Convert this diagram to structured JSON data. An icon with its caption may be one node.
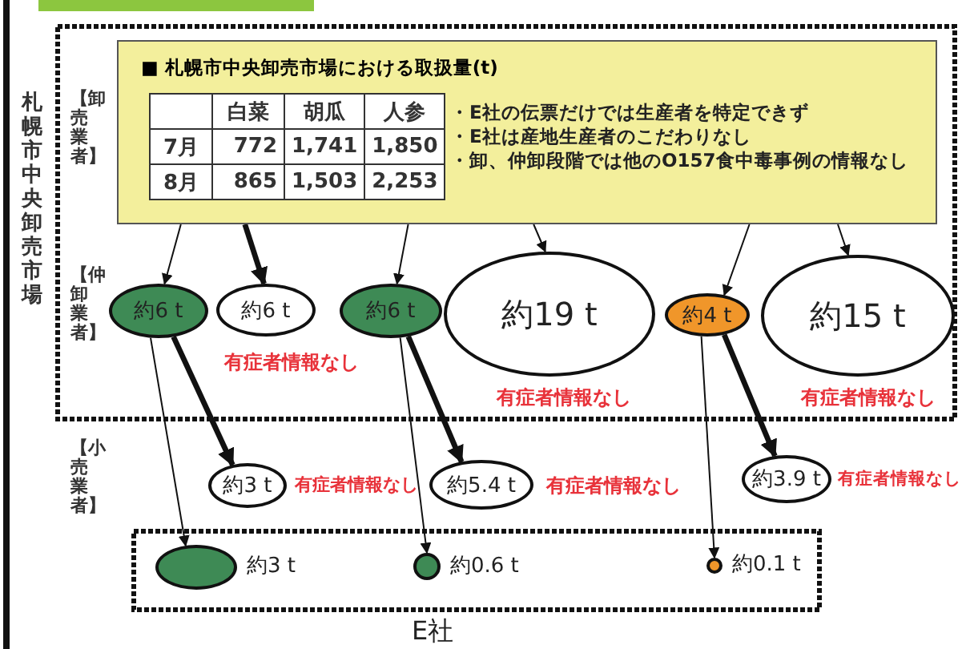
{
  "diagram": {
    "nodes": [
      {
        "text": [
          "札幌市中央卸売市場"
        ]
      },
      {
        "text": [
          "■ 札幌市中央卸売市場における取扱量(t)",
          "・E社の伝票だけでは生産者を特定できず",
          "・E社は産地生産者のこだわりなし",
          "・卸、仲卸段階では他のO157食中毒事例の情報なし"
        ],
        "in": 0
      },
      {
        "text": [
          "約6 t"
        ],
        "in": 0
      },
      {
        "text": [
          "約6 t"
        ],
        "in": 0
      },
      {
        "text": [
          "約6 t"
        ],
        "in": 0
      },
      {
        "text": [
          "約19 t"
        ],
        "in": 0
      },
      {
        "text": [
          "約4 t"
        ],
        "in": 0
      },
      {
        "text": [
          "約15 t"
        ],
        "in": 0
      },
      {
        "text": [
          "約3 t"
        ],
        "beside": [
          "有症者情報なし"
        ]
      },
      {
        "text": [
          "約5.4 t"
        ],
        "beside": [
          "有症者情報なし"
        ]
      },
      {
        "text": [
          "約3.9 t"
        ],
        "beside": [
          "有症者情報なし"
        ]
      },
      {
        "text": [
          "E社"
        ]
      },
      {
        "text": [],
        "shape": "ellipse",
        "beside": [
          "約3 t"
        ],
        "in": 11
      },
      {
        "text": [],
        "shape": "circle",
        "beside": [
          "約0.6 t"
        ],
        "in": 11
      },
      {
        "text": [],
        "shape": "circle",
        "beside": [
          "約0.1 t"
        ],
        "in": 11
      }
    ],
    "edges": [
      {
        "from": 1,
        "to": 2,
        "arrow": "to"
      },
      {
        "from": 1,
        "to": 3,
        "arrow": "to",
        "style": "thick"
      },
      {
        "from": 1,
        "to": 4,
        "arrow": "to"
      },
      {
        "from": 1,
        "to": 5,
        "arrow": "to"
      },
      {
        "from": 1,
        "to": 6,
        "arrow": "to"
      },
      {
        "from": 1,
        "to": 7,
        "arrow": "to"
      },
      {
        "from": 2,
        "to": 8,
        "arrow": "to",
        "style": "thick"
      },
      {
        "from": 2,
        "to": 12,
        "arrow": "to"
      },
      {
        "from": 4,
        "to": 9,
        "arrow": "to",
        "style": "thick"
      },
      {
        "from": 4,
        "to": 13,
        "arrow": "to"
      },
      {
        "from": 6,
        "to": 10,
        "arrow": "to",
        "style": "thick"
      },
      {
        "from": 6,
        "to": 14,
        "arrow": "to"
      }
    ],
    "labels": [
      "【卸売業者】",
      "白菜",
      "胡瓜",
      "人参",
      "7月",
      "772",
      "1,741",
      "1,850",
      "8月",
      "865",
      "1,503",
      "2,253",
      "【仲卸業者】",
      "有症者情報なし",
      "有症者情報なし",
      "有症者情報なし",
      "【小売業者】"
    ]
  }
}
